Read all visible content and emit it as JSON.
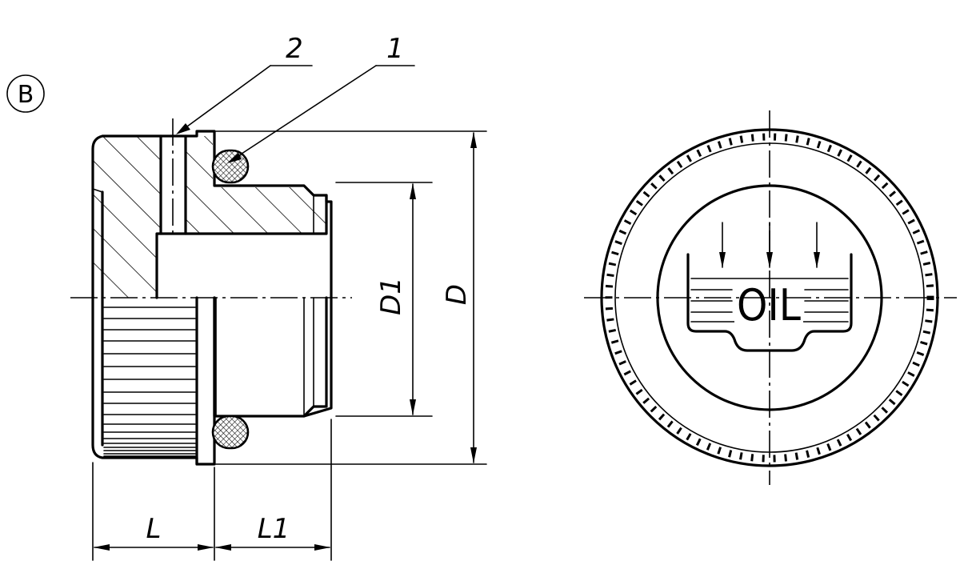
{
  "view": {
    "label": "B"
  },
  "callouts": [
    {
      "number": "1"
    },
    {
      "number": "2"
    }
  ],
  "dimensions": {
    "d": "D",
    "d1": "D1",
    "l": "L",
    "l1": "L1"
  },
  "symbol": {
    "text": "OIL"
  }
}
